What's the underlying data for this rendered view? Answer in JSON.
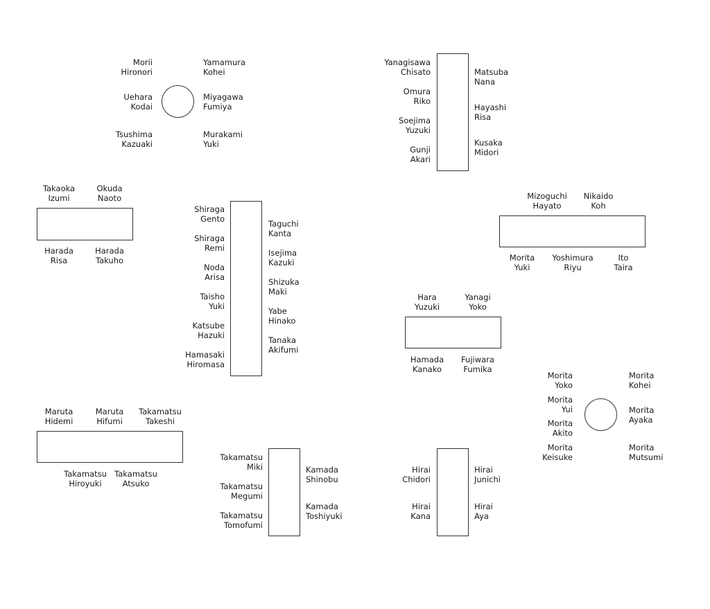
{
  "tables": [
    {
      "id": "t1",
      "guests": [
        {
          "last": "Morii",
          "first": "Hironori"
        },
        {
          "last": "Yamamura",
          "first": "Kohei"
        },
        {
          "last": "Uehara",
          "first": "Kodai"
        },
        {
          "last": "Miyagawa",
          "first": "Fumiya"
        },
        {
          "last": "Tsushima",
          "first": "Kazuaki"
        },
        {
          "last": "Murakami",
          "first": "Yuki"
        }
      ]
    },
    {
      "id": "t2",
      "guests": [
        {
          "last": "Yanagisawa",
          "first": "Chisato"
        },
        {
          "last": "Omura",
          "first": "Riko"
        },
        {
          "last": "Soejima",
          "first": "Yuzuki"
        },
        {
          "last": "Gunji",
          "first": "Akari"
        },
        {
          "last": "Matsuba",
          "first": "Nana"
        },
        {
          "last": "Hayashi",
          "first": "Risa"
        },
        {
          "last": "Kusaka",
          "first": "Midori"
        }
      ]
    },
    {
      "id": "t3",
      "guests": [
        {
          "last": "Takaoka",
          "first": "Izumi"
        },
        {
          "last": "Okuda",
          "first": "Naoto"
        },
        {
          "last": "Harada",
          "first": "Risa"
        },
        {
          "last": "Harada",
          "first": "Takuho"
        }
      ]
    },
    {
      "id": "t4",
      "guests": [
        {
          "last": "Shiraga",
          "first": "Gento"
        },
        {
          "last": "Shiraga",
          "first": "Remi"
        },
        {
          "last": "Noda",
          "first": "Arisa"
        },
        {
          "last": "Taisho",
          "first": "Yuki"
        },
        {
          "last": "Katsube",
          "first": "Hazuki"
        },
        {
          "last": "Hamasaki",
          "first": "Hiromasa"
        },
        {
          "last": "Taguchi",
          "first": "Kanta"
        },
        {
          "last": "Isejima",
          "first": "Kazuki"
        },
        {
          "last": "Shizuka",
          "first": "Maki"
        },
        {
          "last": "Yabe",
          "first": "Hinako"
        },
        {
          "last": "Tanaka",
          "first": "Akifumi"
        }
      ]
    },
    {
      "id": "t5",
      "guests": [
        {
          "last": "Mizoguchi",
          "first": "Hayato"
        },
        {
          "last": "Nikaido",
          "first": "Koh"
        },
        {
          "last": "Morita",
          "first": "Yuki"
        },
        {
          "last": "Yoshimura",
          "first": "Riyu"
        },
        {
          "last": "Ito",
          "first": "Taira"
        }
      ]
    },
    {
      "id": "t6",
      "guests": [
        {
          "last": "Hara",
          "first": "Yuzuki"
        },
        {
          "last": "Yanagi",
          "first": "Yoko"
        },
        {
          "last": "Hamada",
          "first": "Kanako"
        },
        {
          "last": "Fujiwara",
          "first": "Fumika"
        }
      ]
    },
    {
      "id": "t7",
      "guests": [
        {
          "last": "Morita",
          "first": "Yoko"
        },
        {
          "last": "Morita",
          "first": "Yui"
        },
        {
          "last": "Morita",
          "first": "Akito"
        },
        {
          "last": "Morita",
          "first": "Keisuke"
        },
        {
          "last": "Morita",
          "first": "Kohei"
        },
        {
          "last": "Morita",
          "first": "Ayaka"
        },
        {
          "last": "Morita",
          "first": "Mutsumi"
        }
      ]
    },
    {
      "id": "t8",
      "guests": [
        {
          "last": "Maruta",
          "first": "Hidemi"
        },
        {
          "last": "Maruta",
          "first": "Hifumi"
        },
        {
          "last": "Takamatsu",
          "first": "Takeshi"
        },
        {
          "last": "Takamatsu",
          "first": "Hiroyuki"
        },
        {
          "last": "Takamatsu",
          "first": "Atsuko"
        }
      ]
    },
    {
      "id": "t9",
      "guests": [
        {
          "last": "Takamatsu",
          "first": "Miki"
        },
        {
          "last": "Takamatsu",
          "first": "Megumi"
        },
        {
          "last": "Takamatsu",
          "first": "Tomofumi"
        },
        {
          "last": "Kamada",
          "first": "Shinobu"
        },
        {
          "last": "Kamada",
          "first": "Toshiyuki"
        }
      ]
    },
    {
      "id": "t10",
      "guests": [
        {
          "last": "Hirai",
          "first": "Chidori"
        },
        {
          "last": "Hirai",
          "first": "Kana"
        },
        {
          "last": "Hirai",
          "first": "Junichi"
        },
        {
          "last": "Hirai",
          "first": "Aya"
        }
      ]
    }
  ]
}
